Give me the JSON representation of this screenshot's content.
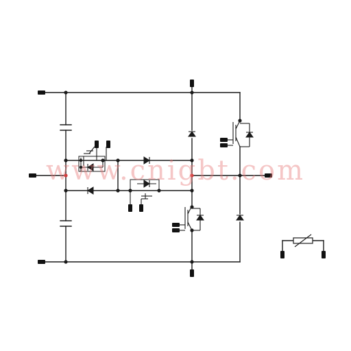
{
  "watermark": {
    "text": "www.cnigbt.com"
  },
  "colors": {
    "wire": "#1a1a1a",
    "terminal": "#111111",
    "watermark": "#e67878",
    "background": "#ffffff"
  },
  "components": [
    "dc-bus-capacitor-upper",
    "dc-bus-capacitor-lower",
    "clamp-diode-upper",
    "clamp-diode-lower",
    "inner-igbt-upper",
    "inner-igbt-lower",
    "outer-igbt-upper",
    "outer-igbt-lower",
    "freewheel-diode-upper",
    "freewheel-diode-lower",
    "ntc-thermistor"
  ]
}
